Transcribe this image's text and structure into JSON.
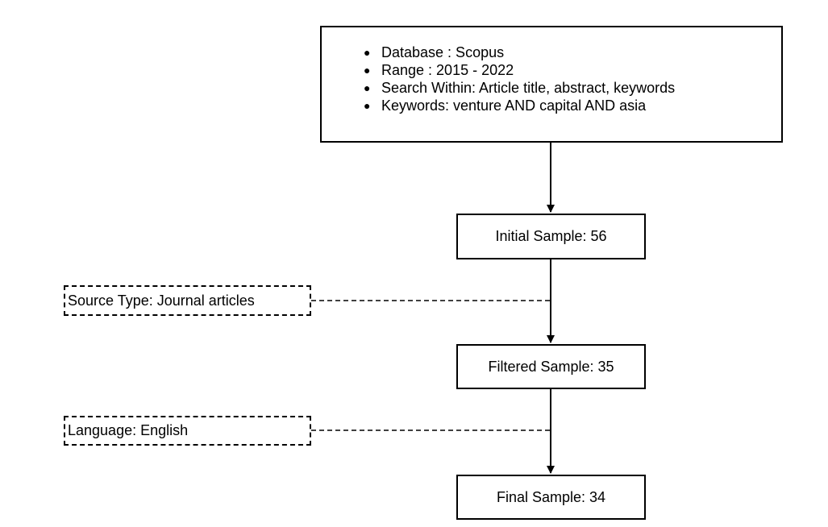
{
  "criteria": {
    "items": [
      "Database : Scopus",
      "Range : 2015 - 2022",
      "Search Within: Article title, abstract, keywords",
      "Keywords: venture AND capital AND asia"
    ]
  },
  "steps": {
    "initial": "Initial Sample: 56",
    "filtered": "Filtered Sample: 35",
    "final": "Final Sample: 34"
  },
  "filters": {
    "source_type": "Source Type: Journal articles",
    "language": "Language: English"
  },
  "colors": {
    "stroke": "#000000",
    "background": "#ffffff"
  }
}
